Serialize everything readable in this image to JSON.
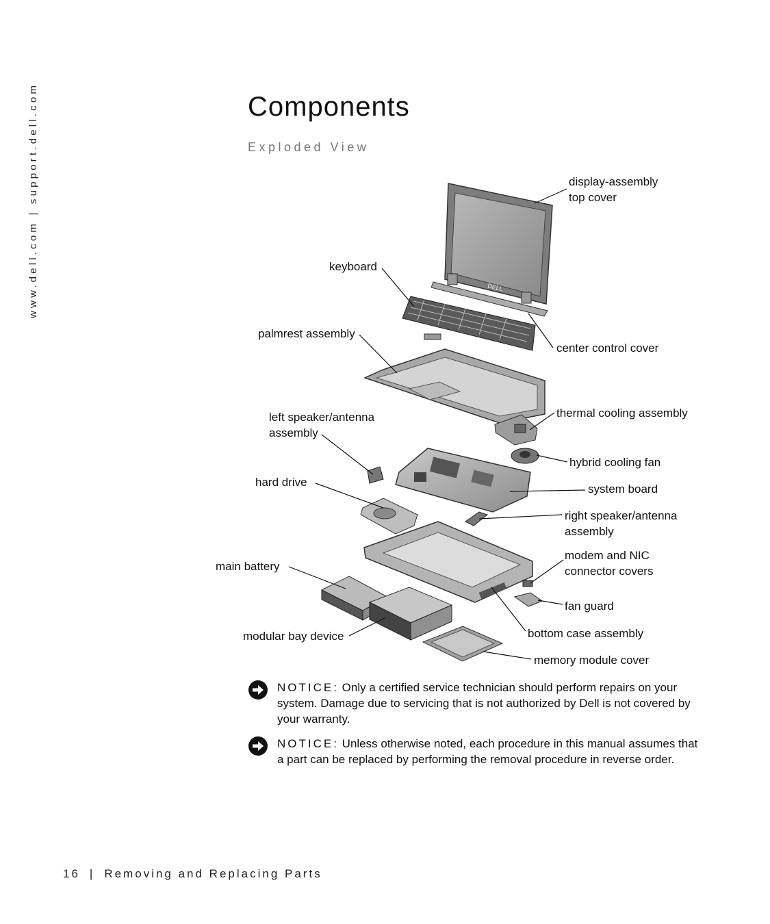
{
  "side_url": "www.dell.com | support.dell.com",
  "title": "Components",
  "subtitle": "Exploded View",
  "labels": {
    "display_top_cover": [
      "display-assembly",
      "top cover"
    ],
    "keyboard": "keyboard",
    "center_control_cover": "center control cover",
    "palmrest": "palmrest assembly",
    "left_speaker": [
      "left speaker/antenna",
      "assembly"
    ],
    "thermal_cooling": "thermal cooling assembly",
    "hybrid_fan": "hybrid cooling fan",
    "hard_drive": "hard drive",
    "system_board": "system board",
    "right_speaker": [
      "right speaker/antenna",
      "assembly"
    ],
    "modem_nic": [
      "modem and NIC",
      "connector covers"
    ],
    "main_battery": "main battery",
    "fan_guard": "fan guard",
    "modular_bay": "modular bay device",
    "bottom_case": "bottom case assembly",
    "memory_cover": "memory module cover"
  },
  "notices": [
    {
      "tag": "NOTICE:",
      "text": " Only a certified service technician should perform repairs on your system. Damage due to servicing that is not authorized by Dell is not covered by your warranty."
    },
    {
      "tag": "NOTICE:",
      "text": " Unless otherwise noted, each procedure in this manual assumes that a part can be replaced by performing the removal procedure in reverse order."
    }
  ],
  "footer": {
    "page": "16",
    "section": "Removing and Replacing Parts"
  },
  "logo_text": "DELL",
  "icons": {
    "notice": "notice-arrow-icon"
  }
}
